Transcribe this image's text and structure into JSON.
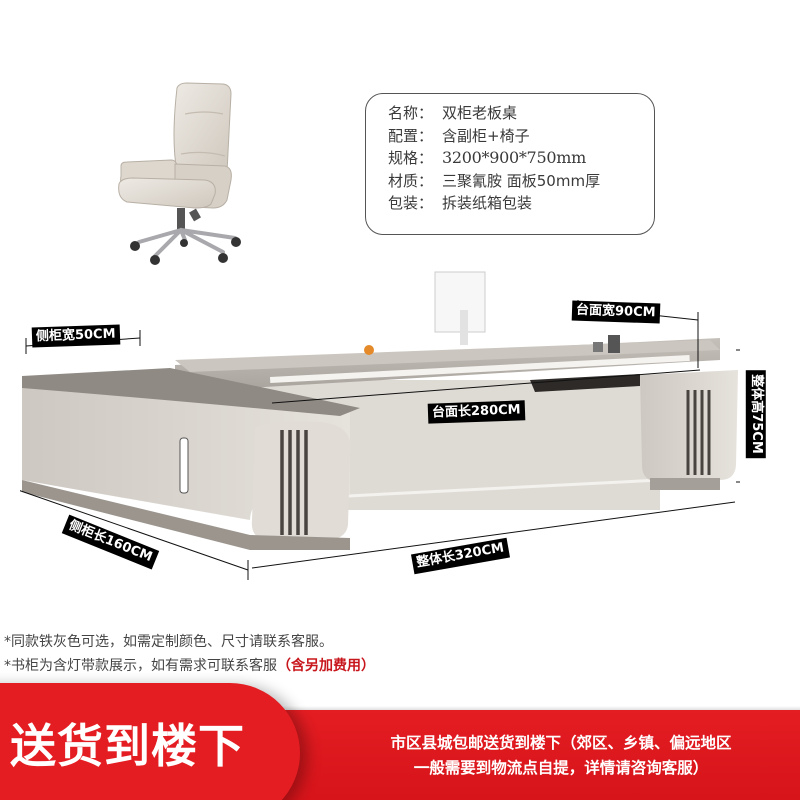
{
  "specs": {
    "rows": [
      {
        "key": "名称：",
        "value": "双柜老板桌"
      },
      {
        "key": "配置：",
        "value": "含副柜+椅子"
      },
      {
        "key": "规格：",
        "value": "3200*900*750mm"
      },
      {
        "key": "材质：",
        "value": "三聚氰胺 面板50mm厚"
      },
      {
        "key": "包装：",
        "value": "拆装纸箱包装"
      }
    ]
  },
  "dimensions": {
    "side_cabinet_width": "侧柜宽50CM",
    "top_width": "台面宽90CM",
    "top_length": "台面长280CM",
    "overall_height": "整体高75CM",
    "side_cabinet_length": "侧柜长160CM",
    "overall_length": "整体长320CM"
  },
  "notes": {
    "line1": "*同款铁灰色可选，如需定制颜色、尺寸请联系客服。",
    "line2": "*书柜为含灯带款展示，如有需求可联系客服",
    "line2_highlight": "（含另加费用）"
  },
  "banner": {
    "title": "送货到楼下",
    "desc_line1": "市区县城包邮送货到楼下（郊区、乡镇、偏远地区",
    "desc_line2": "一般需要到物流点自提，详情请咨询客服）"
  },
  "colors": {
    "banner_red": "#e41d22",
    "highlight_red": "#c8161d",
    "label_bg": "#000000",
    "desk_top": "#b9b3ab",
    "cabinet_body": "#d9d5cf"
  }
}
